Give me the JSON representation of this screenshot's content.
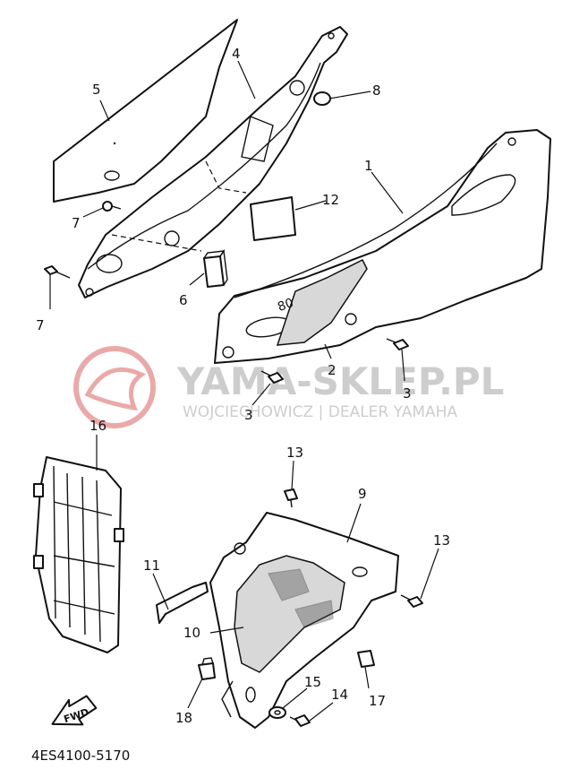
{
  "watermark": {
    "title": "YAMA-SKLEP.PL",
    "subtitle": "WOJCIECHOWICZ | DEALER YAMAHA",
    "logo_color": "#e8a0a0",
    "text_color": "#c8c8c8"
  },
  "callouts": {
    "p1": "1",
    "p2": "2",
    "p3a": "3",
    "p3b": "3",
    "p4": "4",
    "p5": "5",
    "p6": "6",
    "p7a": "7",
    "p7b": "7",
    "p8": "8",
    "p9": "9",
    "p10": "10",
    "p11": "11",
    "p12": "12",
    "p13a": "13",
    "p13b": "13",
    "p14": "14",
    "p15": "15",
    "p16": "16",
    "p17": "17",
    "p18": "18"
  },
  "fwd_label": "FWD",
  "graphic_label": "80",
  "diagram_code": "4ES4100-5170"
}
